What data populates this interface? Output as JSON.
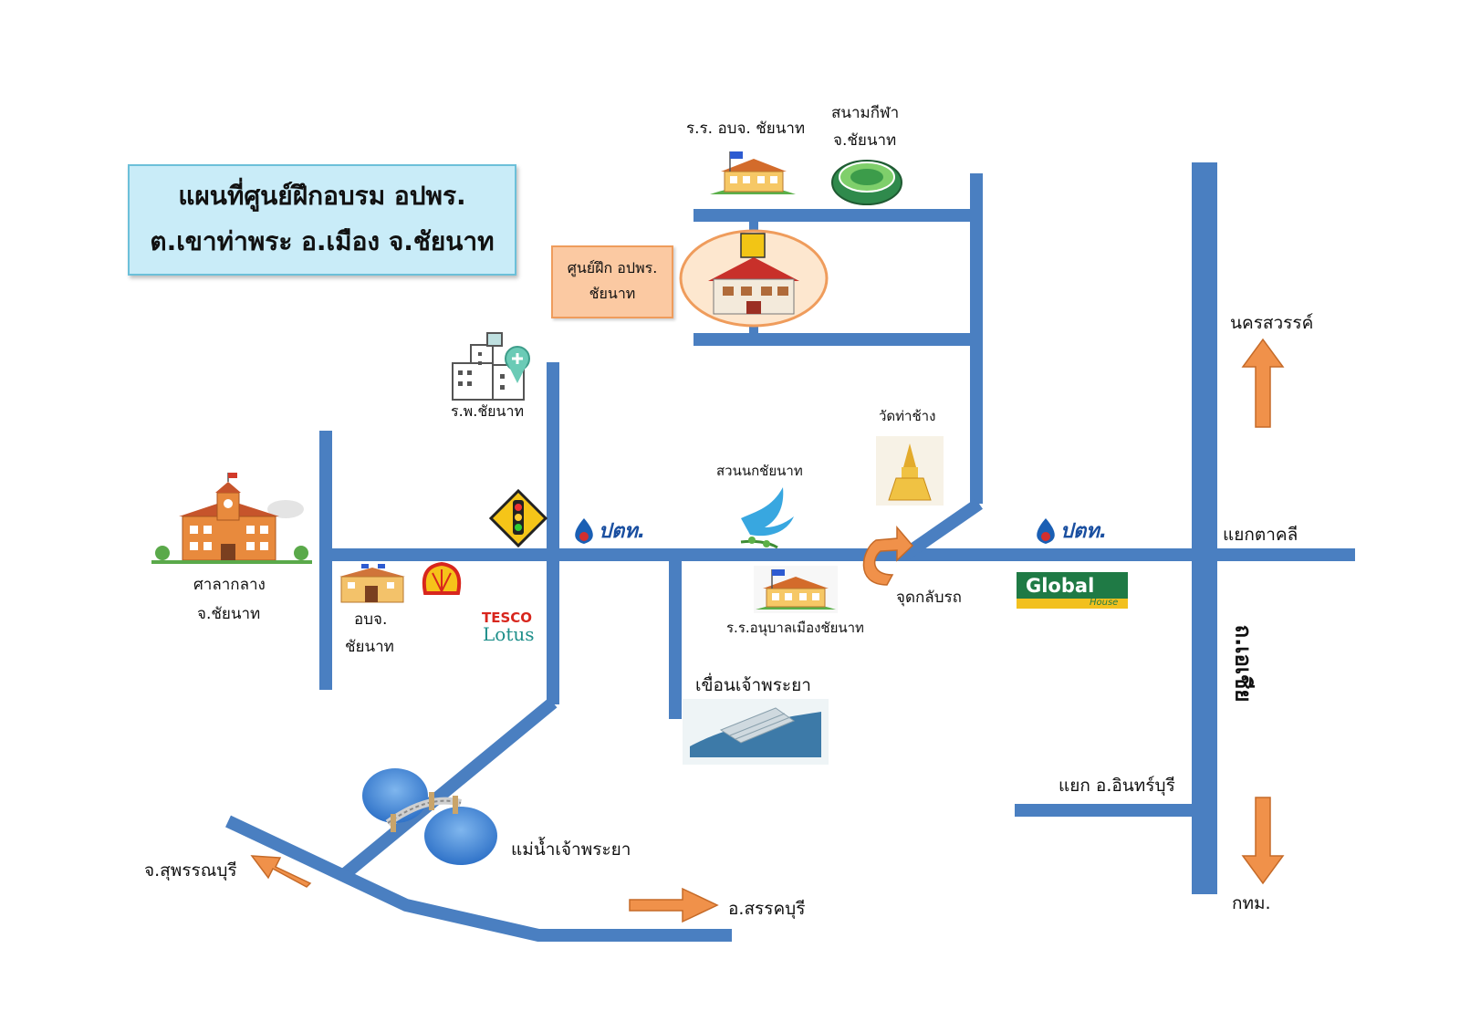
{
  "title": {
    "line1": "แผนที่ศูนย์ฝึกอบรม อปพร.",
    "line2": "ต.เขาท่าพระ อ.เมือง จ.ชัยนาท"
  },
  "training_center": {
    "line1": "ศูนย์ฝึก อปพร.",
    "line2": "ชัยนาท"
  },
  "places": {
    "school_pao": "ร.ร. อบจ. ชัยนาท",
    "stadium_1": "สนามกีฬา",
    "stadium_2": "จ.ชัยนาท",
    "hospital": "ร.พ.ชัยนาท",
    "city_hall_1": "ศาลากลาง",
    "city_hall_2": "จ.ชัยนาท",
    "pao_office_1": "อบจ.",
    "pao_office_2": "ชัยนาท",
    "bird_park": "สวนนกชัยนาท",
    "temple": "วัดท่าช้าง",
    "u_turn": "จุดกลับรถ",
    "kindergarten": "ร.ร.อนุบาลเมืองชัยนาท",
    "dam": "เขื่อนเจ้าพระยา",
    "river": "แม่น้ำเจ้าพระยา",
    "takhli_junction": "แยกตาคลี",
    "asia_road": "ถ.เอเชีย",
    "inburi_junction": "แยก อ.อินทร์บุรี",
    "nakhon_sawan": "นครสวรรค์",
    "bangkok": "กทม.",
    "suphanburi": "จ.สุพรรณบุรี",
    "sankhaburi": "อ.สรรคบุรี"
  },
  "brands": {
    "ptt_1": "ปตท.",
    "ptt_2": "ปตท.",
    "tesco_1": "TESCO",
    "tesco_2": "Lotus",
    "global_1": "Global",
    "global_2": "House"
  },
  "colors": {
    "road": "#4a7fc1",
    "arrow": "#f0914a",
    "title_bg": "#c9ecf8",
    "center_bg": "#fbc9a2",
    "water": "#3f86d8"
  }
}
